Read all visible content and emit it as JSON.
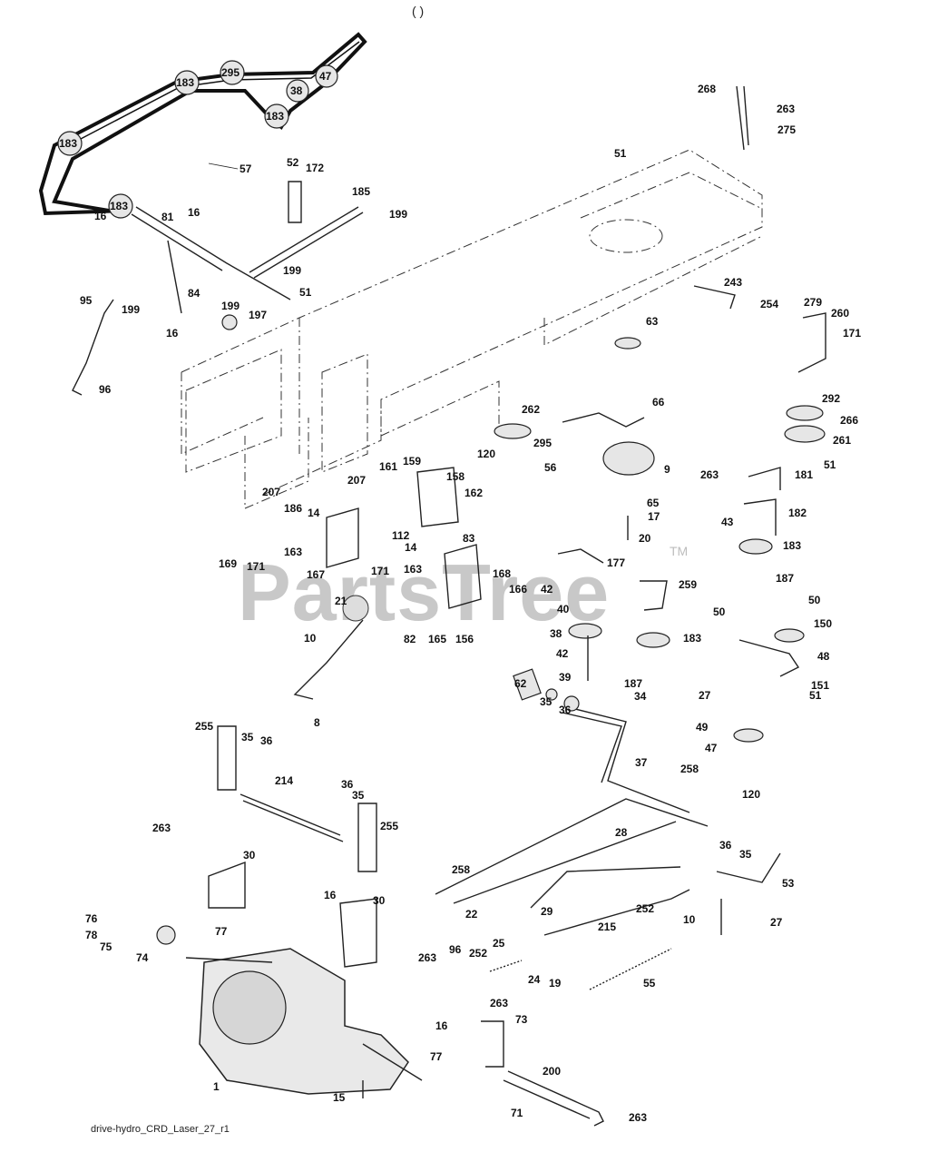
{
  "header_fragment": "(                )",
  "watermark": "PartsTree",
  "watermark_tm": "TM",
  "footer_caption": "drive-hydro_CRD_Laser_27_r1",
  "labels": {
    "belt_295": "295",
    "belt_183a": "183",
    "belt_47": "47",
    "belt_38": "38",
    "belt_183b": "183",
    "belt_183c": "183",
    "belt_183d": "183",
    "belt_57": "57",
    "p52": "52",
    "p172": "172",
    "p185": "185",
    "p199a": "199",
    "p81": "81",
    "p16a": "16",
    "p16b": "16",
    "p199b": "199",
    "p84": "84",
    "p51a": "51",
    "p199c": "199",
    "p199d": "199",
    "p197": "197",
    "p16c": "16",
    "p95": "95",
    "p96a": "96",
    "p51b": "51",
    "p268": "268",
    "p263a": "263",
    "p275": "275",
    "p243": "243",
    "p254": "254",
    "p63": "63",
    "p279": "279",
    "p260": "260",
    "p171a": "171",
    "p262": "262",
    "p66": "66",
    "p292": "292",
    "p266": "266",
    "p120a": "120",
    "p295": "295",
    "p261": "261",
    "p56": "56",
    "p9": "9",
    "p51c": "51",
    "p263b": "263",
    "p181": "181",
    "p207a": "207",
    "p161": "161",
    "p159": "159",
    "p158": "158",
    "p207b": "207",
    "p162": "162",
    "p186": "186",
    "p14a": "14",
    "p112": "112",
    "p14b": "14",
    "p163a": "163",
    "p65": "65",
    "p17": "17",
    "p182": "182",
    "p43": "43",
    "p20": "20",
    "p83": "83",
    "p183a": "183",
    "p169": "169",
    "p171b": "171",
    "p167": "167",
    "p171c": "171",
    "p163b": "163",
    "p177": "177",
    "p168": "168",
    "p166": "166",
    "p42a": "42",
    "p259": "259",
    "p187a": "187",
    "p21": "21",
    "p40": "40",
    "p50a": "50",
    "p50b": "50",
    "p150": "150",
    "p82": "82",
    "p165": "165",
    "p156": "156",
    "p38": "38",
    "p183b": "183",
    "p48": "48",
    "p10a": "10",
    "p42b": "42",
    "p39": "39",
    "p187b": "187",
    "p27a": "27",
    "p151": "151",
    "p62": "62",
    "p35a": "35",
    "p36a": "36",
    "p34": "34",
    "p51d": "51",
    "p8": "8",
    "p49": "49",
    "p47": "47",
    "p255a": "255",
    "p35b": "35",
    "p36b": "36",
    "p37": "37",
    "p258a": "258",
    "p120b": "120",
    "p214": "214",
    "p36c": "36",
    "p35c": "35",
    "p255b": "255",
    "p28": "28",
    "p36d": "36",
    "p35d": "35",
    "p263c": "263",
    "p30a": "30",
    "p53": "53",
    "p258b": "258",
    "p22": "22",
    "p29": "29",
    "p252a": "252",
    "p10b": "10",
    "p16d": "16",
    "p30b": "30",
    "p27b": "27",
    "p76": "76",
    "p77a": "77",
    "p78": "78",
    "p75": "75",
    "p74": "74",
    "p215": "215",
    "p263d": "263",
    "p96b": "96",
    "p252b": "252",
    "p25": "25",
    "p24": "24",
    "p19": "19",
    "p55": "55",
    "p263e": "263",
    "p73": "73",
    "p16e": "16",
    "p77b": "77",
    "p200": "200",
    "p1": "1",
    "p15": "15",
    "p71": "71",
    "p263f": "263"
  }
}
